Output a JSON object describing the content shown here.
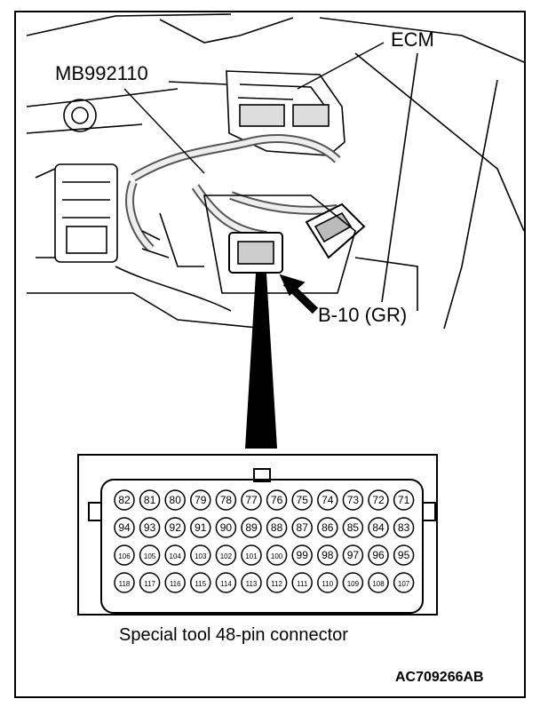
{
  "labels": {
    "ecm": "ECM",
    "special_tool": "MB992110",
    "connector": "B-10 (GR)",
    "caption": "Special tool 48-pin connector",
    "figure_code": "AC709266AB"
  },
  "connector_pins": {
    "rows": [
      [
        "82",
        "81",
        "80",
        "79",
        "78",
        "77",
        "76",
        "75",
        "74",
        "73",
        "72",
        "71"
      ],
      [
        "94",
        "93",
        "92",
        "91",
        "90",
        "89",
        "88",
        "87",
        "86",
        "85",
        "84",
        "83"
      ],
      [
        "106",
        "105",
        "104",
        "103",
        "102",
        "101",
        "100",
        "99",
        "98",
        "97",
        "96",
        "95"
      ],
      [
        "118",
        "117",
        "116",
        "115",
        "114",
        "113",
        "112",
        "111",
        "110",
        "109",
        "108",
        "107"
      ]
    ]
  }
}
